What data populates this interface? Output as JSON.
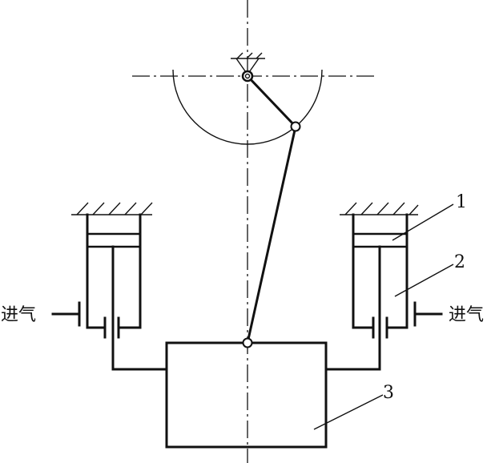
{
  "labels": {
    "part1": "1",
    "part2": "2",
    "part3": "3",
    "inlet_left": "进气",
    "inlet_right": "进气"
  },
  "colors": {
    "line": "#111111",
    "background": "#ffffff"
  }
}
